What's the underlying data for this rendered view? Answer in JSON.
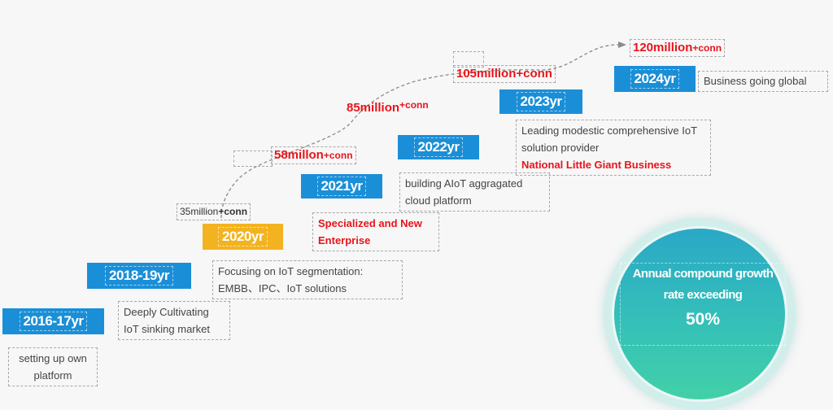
{
  "years": {
    "y2016": "2016-17yr",
    "y2018": "2018-19yr",
    "y2020": "2020yr",
    "y2021": "2021yr",
    "y2022": "2022yr",
    "y2023": "2023yr",
    "y2024": "2024yr"
  },
  "descriptions": {
    "d2016": [
      "setting up own",
      "platform"
    ],
    "d2018": [
      "Deeply Cultivating",
      "IoT sinking market"
    ],
    "d2020": [
      "Focusing on IoT segmentation:",
      "EMBB、IPC、IoT solutions"
    ],
    "d2021": [
      "Specialized and New",
      "Enterprise"
    ],
    "d2022": [
      "building AIoT aggragated",
      "cloud platform"
    ],
    "d2023": [
      "Leading modestic comprehensive IoT",
      "solution provider",
      "National Little Giant Business"
    ],
    "d2024": "Business going global"
  },
  "milestones": {
    "m35": {
      "value": "35million",
      "suffix": "+conn"
    },
    "m58": {
      "value": "58millon",
      "suffix": "+conn"
    },
    "m85": {
      "value": "85million",
      "suffix": "+conn"
    },
    "m105": {
      "value": "105million+conn"
    },
    "m120": {
      "value": "120million",
      "suffix": "+conn"
    }
  },
  "growth": {
    "line1": "Annual compound growth",
    "line2": "rate exceeding",
    "percent": "50%"
  },
  "colors": {
    "year_blue": "#1a8fd8",
    "year_gold": "#f3b320",
    "highlight_red": "#e8141b",
    "circle_teal": "#36c2b7"
  }
}
